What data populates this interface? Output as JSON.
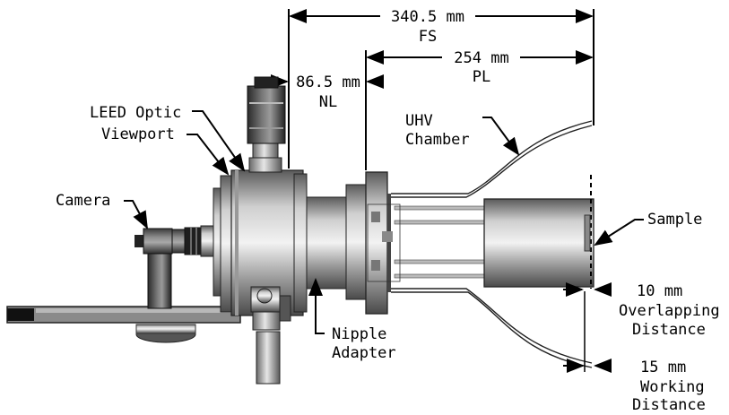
{
  "dimensions": {
    "fs": {
      "value": "340.5 mm",
      "label": "FS"
    },
    "pl": {
      "value": "254 mm",
      "label": "PL"
    },
    "nl": {
      "value": "86.5 mm",
      "label": "NL"
    },
    "overlap": {
      "value": "10 mm",
      "label_line1": "Overlapping",
      "label_line2": "Distance"
    },
    "working": {
      "value": "15 mm",
      "label_line1": "Working",
      "label_line2": "Distance"
    }
  },
  "callouts": {
    "leed_optic": "LEED Optic",
    "viewport": "Viewport",
    "camera": "Camera",
    "uhv_line1": "UHV",
    "uhv_line2": "Chamber",
    "sample": "Sample",
    "nipple_line1": "Nipple",
    "nipple_line2": "Adapter"
  }
}
